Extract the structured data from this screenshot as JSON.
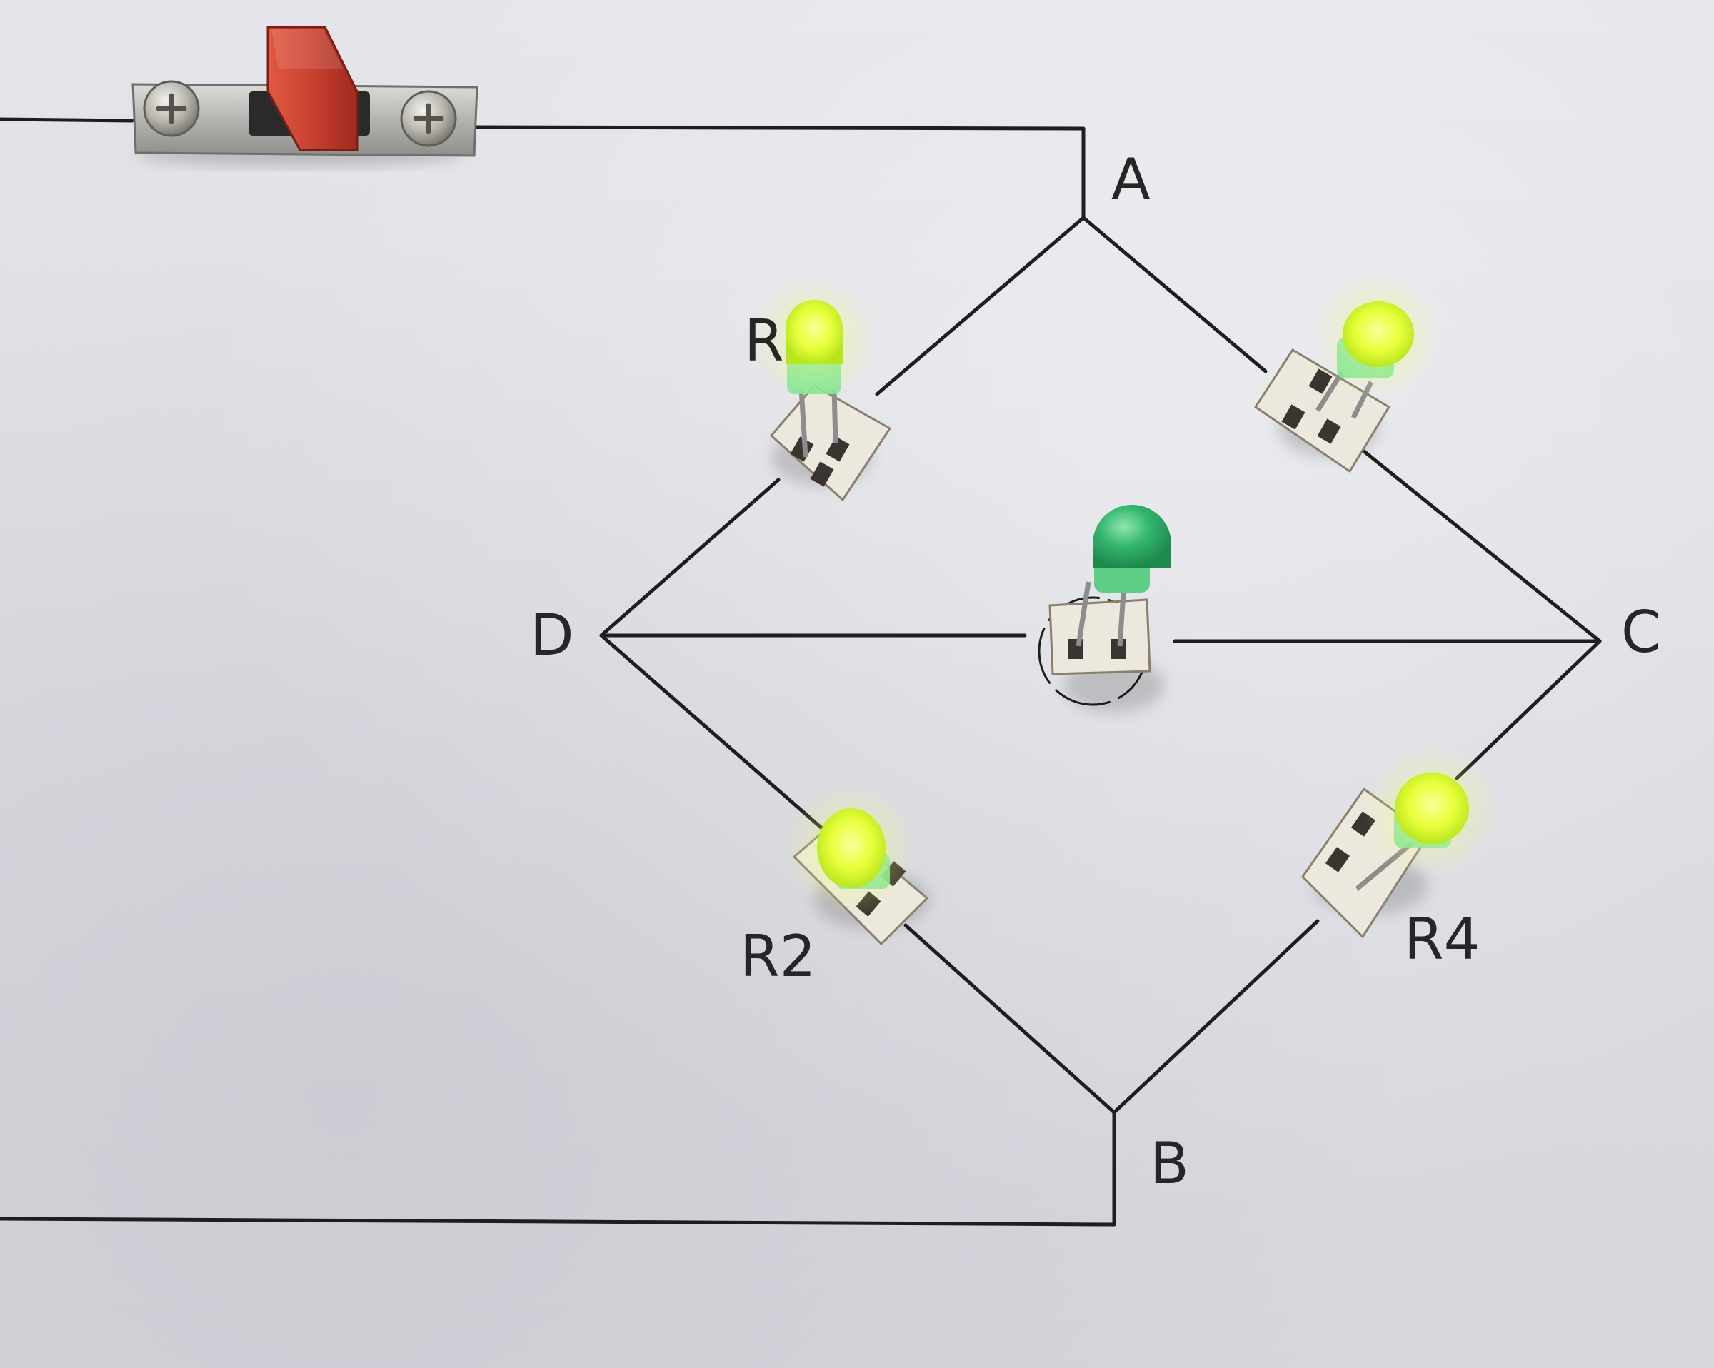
{
  "board": {
    "nodes": {
      "a": "A",
      "b": "B",
      "c": "C",
      "d": "D"
    },
    "resistors": {
      "r1": "R",
      "r2": "R2",
      "r4": "R4"
    }
  },
  "colors": {
    "paper": "#dcdde3",
    "ink": "#1e1e1e",
    "led_lit": "#e8ff3a",
    "led_body": "#7fe39a",
    "led_green": "#2fb36a",
    "socket": "#ece8de",
    "switch_red": "#c8402f",
    "switch_plate": "#b9b9b6"
  },
  "icons": {
    "switch": "slide-switch-icon",
    "led": "led-icon",
    "socket": "socket-icon",
    "screw": "screw-icon"
  }
}
